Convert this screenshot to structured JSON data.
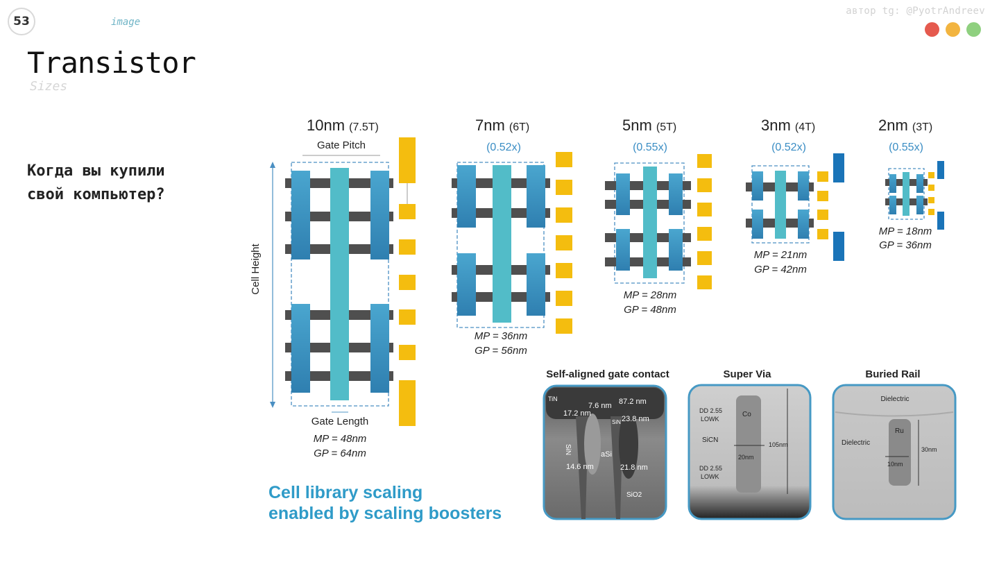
{
  "slide": {
    "page_number": "53",
    "tag": "image",
    "author": "автор tg: @PyotrAndreev",
    "title": "Transistor",
    "subtitle": "Sizes",
    "question": "Когда вы купили\nсвой компьютер?"
  },
  "window_dots": {
    "colors": [
      "#e55a4e",
      "#f2b440",
      "#8fd07f"
    ]
  },
  "figure": {
    "cell_height_label": "Cell Height",
    "gate_pitch_label": "Gate Pitch",
    "gate_length_label": "Gate Length",
    "nodes": [
      {
        "name": "10nm",
        "tracks": "(7.5T)",
        "ratio": "",
        "mp": "MP = 48nm",
        "gp": "GP = 64nm"
      },
      {
        "name": "7nm",
        "tracks": "(6T)",
        "ratio": "(0.52x)",
        "mp": "MP = 36nm",
        "gp": "GP = 56nm"
      },
      {
        "name": "5nm",
        "tracks": "(5T)",
        "ratio": "(0.55x)",
        "mp": "MP = 28nm",
        "gp": "GP = 48nm"
      },
      {
        "name": "3nm",
        "tracks": "(4T)",
        "ratio": "(0.52x)",
        "mp": "MP = 21nm",
        "gp": "GP = 42nm"
      },
      {
        "name": "2nm",
        "tracks": "(3T)",
        "ratio": "(0.55x)",
        "mp": "MP = 18nm",
        "gp": "GP = 36nm"
      }
    ],
    "scaling_line1": "Cell library scaling",
    "scaling_line2": "enabled by scaling boosters",
    "boosters": [
      {
        "title": "Self-aligned gate contact",
        "labels": [
          "TiN",
          "7.6 nm",
          "87.2 nm",
          "17.2 nm",
          "23.8 nm",
          "SiN",
          "SiN",
          "aSi",
          "14.6 nm",
          "21.8 nm",
          "SiO2"
        ]
      },
      {
        "title": "Super Via",
        "labels": [
          "DD 2.55",
          "LOWK",
          "Co",
          "SiCN",
          "105nm",
          "20nm",
          "DD 2.55",
          "LOWK"
        ]
      },
      {
        "title": "Buried Rail",
        "labels": [
          "Dielectric",
          "Ru",
          "Dielectric",
          "30nm",
          "10nm"
        ]
      }
    ]
  }
}
